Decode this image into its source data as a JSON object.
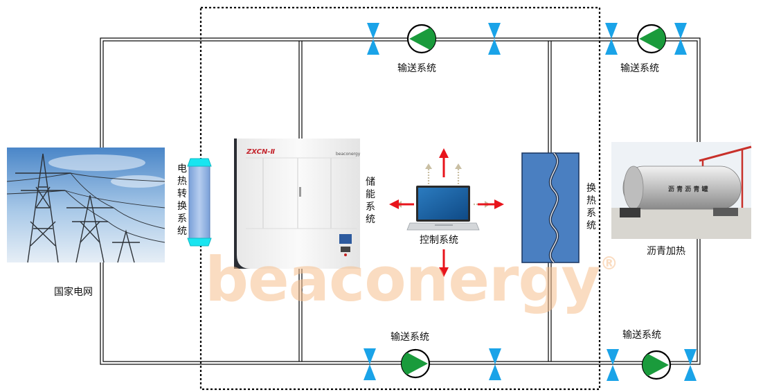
{
  "labels": {
    "grid": "国家电网",
    "electric_heat_converter": "电热转换系统",
    "storage": "储能系统",
    "control": "控制系统",
    "heat_exchange": "换热系统",
    "asphalt_heating": "沥青加热",
    "conveying_top_left": "输送系统",
    "conveying_top_right": "输送系统",
    "conveying_bottom_left": "输送系统",
    "conveying_bottom_right": "输送系统"
  },
  "storage_unit": {
    "model": "ZXCN-Ⅱ",
    "brand_mark": "beaconergy"
  },
  "asphalt_tank_text": "沥 青 沥 青 罐",
  "watermark": {
    "text": "beaconergy",
    "symbol": "®"
  },
  "colors": {
    "pipe": "#000000",
    "valve": "#1aa3e8",
    "pump": "#1a9b3c",
    "arrow_red": "#e8141c",
    "arrow_beige": "#c9bfa3",
    "exchanger_fill": "#4a7fc1",
    "converter_fill": "#8fb0e0",
    "converter_cap": "#19e5f0",
    "watermark": "#f6c08f"
  },
  "icons": [
    "valve-icon",
    "pump-icon",
    "laptop-icon",
    "arrow-icon"
  ]
}
